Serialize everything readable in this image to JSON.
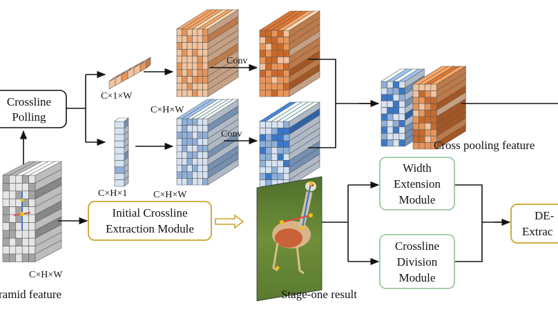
{
  "boxes": {
    "crossline_polling": [
      "Crossline",
      "Polling"
    ],
    "initial_extraction": [
      "Initial Crossline",
      "Extraction Module"
    ],
    "width_extension": [
      "Width",
      "Extension",
      "Module"
    ],
    "crossline_division": [
      "Crossline",
      "Division",
      "Module"
    ],
    "de_extraction": [
      "DE-",
      "Extrac"
    ]
  },
  "labels": {
    "c1w": "C×1×W",
    "chw_top": "C×H×W",
    "ch1": "C×H×1",
    "chw_bottom": "C×H×W",
    "chw_pyramid": "C×H×W",
    "conv_top": "Conv",
    "conv_bottom": "Conv",
    "cross_pooling_feature": "Cross pooling feature",
    "pyramid_feature": "ramid feature",
    "stage_one_result": "Stage-one result"
  },
  "colors": {
    "orange_light": "#f2c39e",
    "orange_mid": "#e8955a",
    "orange_dark": "#c8692b",
    "blue_light": "#d7e3f2",
    "blue_mid": "#8fb0d8",
    "blue_dark": "#3a78c8",
    "gray_light": "#e6e6e6",
    "gray_mid": "#a5a5a5",
    "module_green": "#9cc79c",
    "module_gold": "#c9a227",
    "arrow": "#111111"
  }
}
